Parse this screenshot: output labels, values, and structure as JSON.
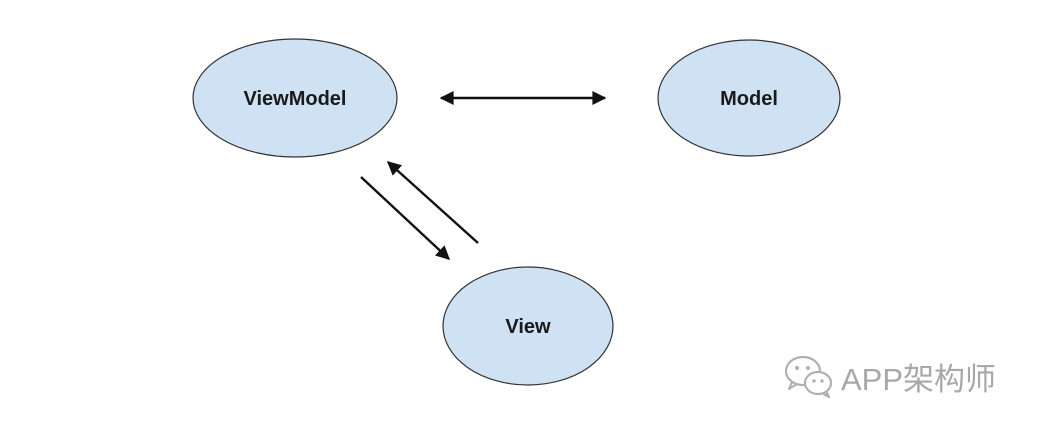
{
  "colors": {
    "node_fill": "#cfe2f3",
    "node_stroke": "#333333",
    "arrow": "#111111",
    "watermark": "#a8a8a8"
  },
  "nodes": {
    "viewmodel": {
      "label": "ViewModel"
    },
    "model": {
      "label": "Model"
    },
    "view": {
      "label": "View"
    }
  },
  "edges": [
    {
      "from": "viewmodel",
      "to": "model",
      "direction": "bidirectional"
    },
    {
      "from": "viewmodel",
      "to": "view",
      "direction": "forward"
    },
    {
      "from": "view",
      "to": "viewmodel",
      "direction": "forward"
    }
  ],
  "watermark": {
    "icon": "wechat-icon",
    "text": "APP架构师"
  }
}
